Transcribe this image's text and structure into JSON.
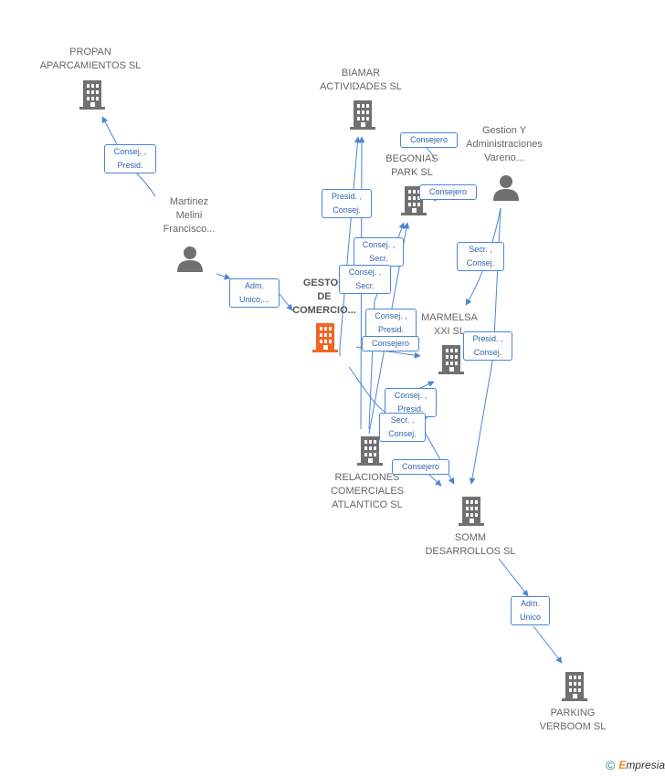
{
  "nodes": {
    "propan": {
      "label": "PROPAN\nAPARCAMIENTOS SL",
      "type": "company"
    },
    "biamar": {
      "label": "BIAMAR\nACTIVIDADES SL",
      "type": "company"
    },
    "gestion": {
      "label": "Gestion Y\nAdministraciones\nVareno...",
      "type": "person"
    },
    "begonias": {
      "label": "BEGONIAS\nPARK SL",
      "type": "company"
    },
    "martinez": {
      "label": "Martinez\nMelini\nFrancisco...",
      "type": "person"
    },
    "gestor": {
      "label": "GESTOR\nDE\nCOMERCIO...",
      "type": "company-focus"
    },
    "marmelsa": {
      "label": "MARMELSA\nXXI SL",
      "type": "company"
    },
    "relaciones": {
      "label": "RELACIONES\nCOMERCIALES\nATLANTICO SL",
      "type": "company"
    },
    "somm": {
      "label": "SOMM\nDESARROLLOS SL",
      "type": "company"
    },
    "parking": {
      "label": "PARKING\nVERBOOM SL",
      "type": "company"
    }
  },
  "edge_labels": {
    "martinez_propan": "Consej. ,\nPresid.",
    "gestion_begonias": "Consejero",
    "relaciones_biamar": "Presid. ,\nConsej.",
    "begonias_self": "Consejero",
    "gestion_marmelsa": "Secr. ,\nConsej.",
    "relaciones_begonias_1": "Consej. ,\nSecr.",
    "relaciones_begonias_2": "Consej. ,\nSecr.",
    "martinez_gestor": "Adm.\nUnico,...",
    "relaciones_marmelsa_1": "Consej. ,\nPresid.",
    "gestor_marmelsa": "Consejero",
    "gestion_somm": "Presid. ,\nConsej.",
    "relaciones_marmelsa_2": "Consej. ,\nPresid.",
    "relaciones_somm_1": "Secr. ,\nConsej.",
    "relaciones_somm_2": "Consejero",
    "somm_parking": "Adm.\nUnico"
  },
  "colors": {
    "edge": "#4a86d8",
    "node_icon": "#707070",
    "focus_icon": "#f26522"
  },
  "footer": {
    "copyright": "©",
    "brand_initial": "E",
    "brand_rest": "mpresia"
  }
}
